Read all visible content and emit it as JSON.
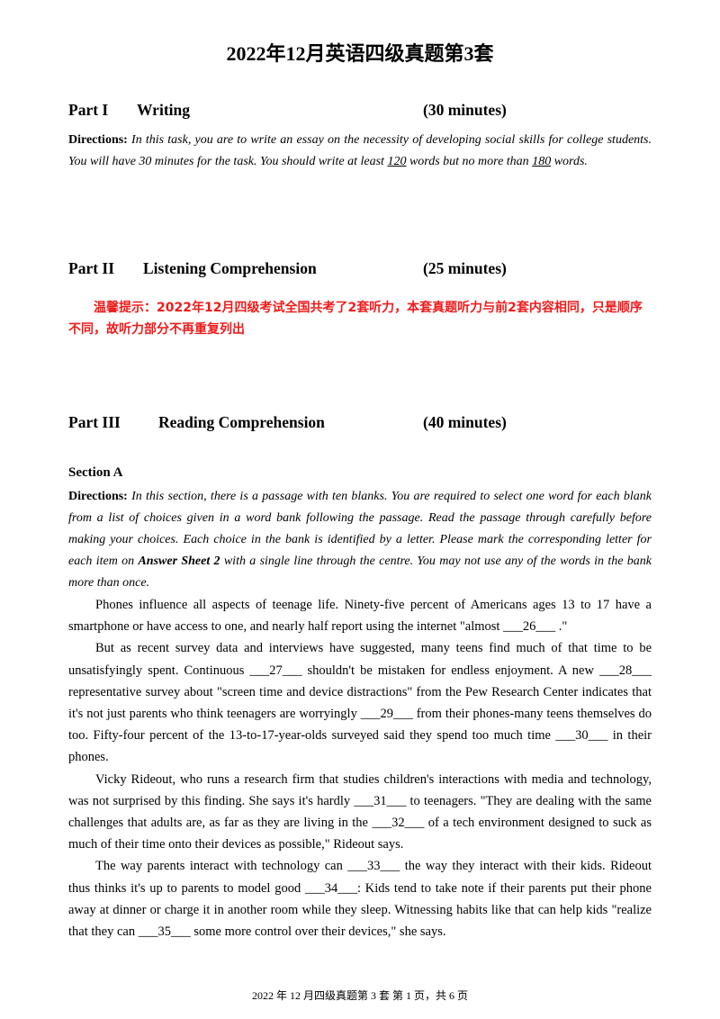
{
  "title": "2022年12月英语四级真题第3套",
  "part1": {
    "num": "Part I",
    "name": "Writing",
    "time": "(30 minutes)",
    "dir_label": "Directions:",
    "dir_text_a": " In this task, you are to write an essay on the necessity of developing social skills for college students. You will have 30 minutes for the task. You should write at least ",
    "min_words": "120",
    "dir_text_b": " words but no more than ",
    "max_words": "180",
    "dir_text_c": " words."
  },
  "part2": {
    "num": "Part II",
    "name": "Listening Comprehension",
    "time": "(25 minutes)",
    "notice": "温馨提示：2022年12月四级考试全国共考了2套听力，本套真题听力与前2套内容相同，只是顺序不同，故听力部分不再重复列出"
  },
  "part3": {
    "num": "Part III",
    "name": "Reading Comprehension",
    "time": "(40 minutes)",
    "section": "Section A",
    "dir_label": "Directions:",
    "dir_text_a": " In this section, there is a passage with ten blanks. You are required to select one word for each blank from a list of choices given in a word bank following the passage. Read the passage through carefully before making your choices. Each choice in the bank is identified by a letter. Please mark the corresponding letter for each item on ",
    "answer_sheet": "Answer Sheet 2",
    "dir_text_b": " with a single line through the centre. You may not use any of the words in the bank more than once."
  },
  "passage": {
    "p1_a": "Phones influence all aspects of teenage life. Ninety-five percent of Americans ages 13 to 17 have a smartphone or have access to one, and nearly half report using the internet \"almost ",
    "b26": "___26___",
    "p1_b": " .\"",
    "p2_a": "But as recent survey data and interviews have suggested, many teens find much of that time to be unsatisfyingly spent. Continuous ",
    "b27": "___27___",
    "p2_b": " shouldn't be mistaken for endless enjoyment. A new ",
    "b28": "___28___",
    "p2_c": " representative survey about \"screen time and device distractions\" from the Pew Research Center indicates that it's not just parents who think teenagers are worryingly ",
    "b29": "___29___",
    "p2_d": " from their phones-many teens themselves do too. Fifty-four percent of the 13-to-17-year-olds surveyed said they spend too much time ",
    "b30": "___30___",
    "p2_e": " in their phones.",
    "p3_a": "Vicky Rideout, who runs a research firm that studies children's interactions with media and technology, was not surprised by this finding. She says it's hardly ",
    "b31": "___31___",
    "p3_b": " to teenagers. \"They are dealing with the same challenges that adults are, as far as they are living in the ",
    "b32": "___32___",
    "p3_c": " of a tech environment designed to suck as much of their time onto their devices as possible,\" Rideout says.",
    "p4_a": "The way parents interact with technology can ",
    "b33": "___33___",
    "p4_b": " the way they interact with their kids. Rideout thus thinks it's up to parents to model good ",
    "b34": "___34___",
    "p4_c": ": Kids tend to take note if their parents put their phone away at dinner or charge it in another room while they sleep. Witnessing habits like that can help kids \"realize that they can ",
    "b35": "___35___",
    "p4_d": " some more control over their devices,\" she says."
  },
  "footer": "2022 年 12 月四级真题第 3 套  第 1 页，共 6 页"
}
